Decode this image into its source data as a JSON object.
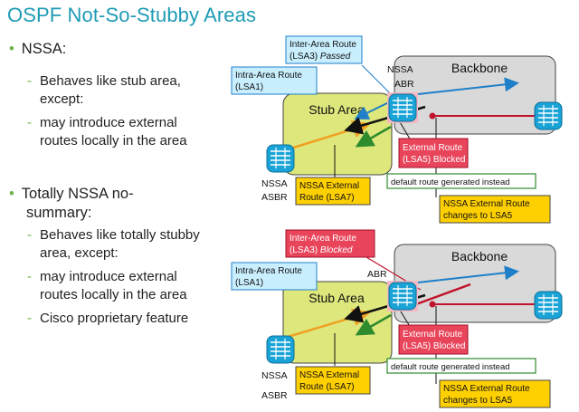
{
  "title": "OSPF Not-So-Stubby Areas",
  "bullets": {
    "nssa": {
      "heading": "NSSA:",
      "items": [
        "Behaves like stub area,",
        "except:",
        "may introduce external",
        "routes locally in the area"
      ]
    },
    "totally": {
      "heading_line1": "Totally NSSA no-",
      "heading_line2": "summary:",
      "items": [
        "Behaves like totally stubby",
        "area, except:",
        "may introduce external",
        "routes locally in the area",
        "Cisco proprietary feature"
      ]
    }
  },
  "diagrams": [
    {
      "backbone": "Backbone",
      "stub_area": "Stub Area",
      "abr_label": [
        "NSSA",
        "ABR"
      ],
      "asbr_label": [
        "NSSA",
        "ASBR"
      ],
      "inter_area": [
        "Inter-Area Route",
        "(LSA3)",
        "Passed"
      ],
      "intra_area": [
        "Intra-Area Route",
        "(LSA1)"
      ],
      "external_blocked": [
        "External Route",
        "(LSA5) Blocked"
      ],
      "default_route": "default route generated instead",
      "nssa_external": [
        "NSSA External",
        "Route (LSA7)"
      ],
      "nssa_changes": [
        "NSSA External Route",
        "changes to LSA5"
      ]
    },
    {
      "backbone": "Backbone",
      "stub_area": "Stub Area",
      "abr_label": [
        "ABR"
      ],
      "asbr_label": [
        "NSSA",
        "ASBR"
      ],
      "inter_area": [
        "Inter-Area Route",
        "(LSA3)",
        "Blocked"
      ],
      "intra_area": [
        "Intra-Area Route",
        "(LSA1)"
      ],
      "external_blocked": [
        "External Route",
        "(LSA5) Blocked"
      ],
      "default_route": "default route generated instead",
      "nssa_external": [
        "NSSA External",
        "Route (LSA7)"
      ],
      "nssa_changes": [
        "NSSA External Route",
        "changes to LSA5"
      ]
    }
  ],
  "colors": {
    "title": "#1e9bb5",
    "bullet": "#6bb34a",
    "stub_area": "#dde77c",
    "backbone": "#d9d9d9",
    "blue_box": "#c9efff",
    "red_box": "#e8455b",
    "yellow_box": "#ffd000",
    "green_border": "#2e8b2e",
    "router": "#1aa3d6",
    "arrow_blue": "#1f7fc8",
    "arrow_orange": "#f0a020",
    "arrow_red": "#c0142c",
    "arrow_green": "#2e8b2e"
  }
}
